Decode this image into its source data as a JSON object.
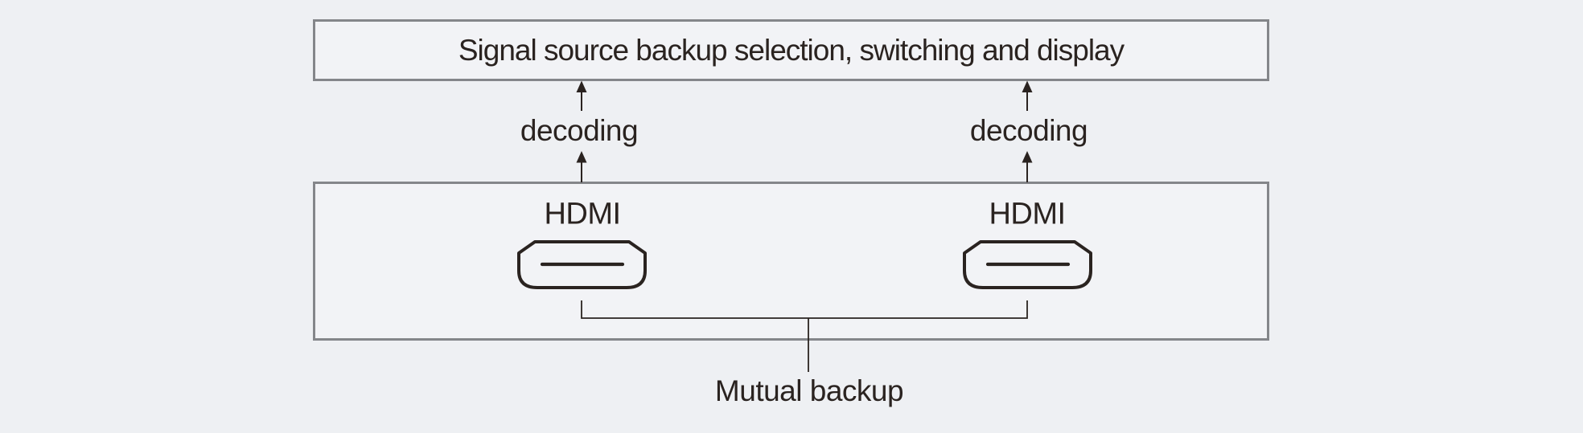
{
  "diagram": {
    "title_box": {
      "label": "Signal source backup selection, switching and display"
    },
    "decoding_left": {
      "label": "decoding"
    },
    "decoding_right": {
      "label": "decoding"
    },
    "hdmi_ports": [
      {
        "label": "HDMI"
      },
      {
        "label": "HDMI"
      }
    ],
    "mutual_backup": {
      "label": "Mutual backup"
    },
    "icons": {
      "hdmi_port": "hdmi-port-icon",
      "arrow": "up-arrow-icon"
    }
  },
  "colors": {
    "background": "#eef0f3",
    "box_fill": "#f2f3f6",
    "box_border": "#84868a",
    "ink": "#2a2320"
  }
}
